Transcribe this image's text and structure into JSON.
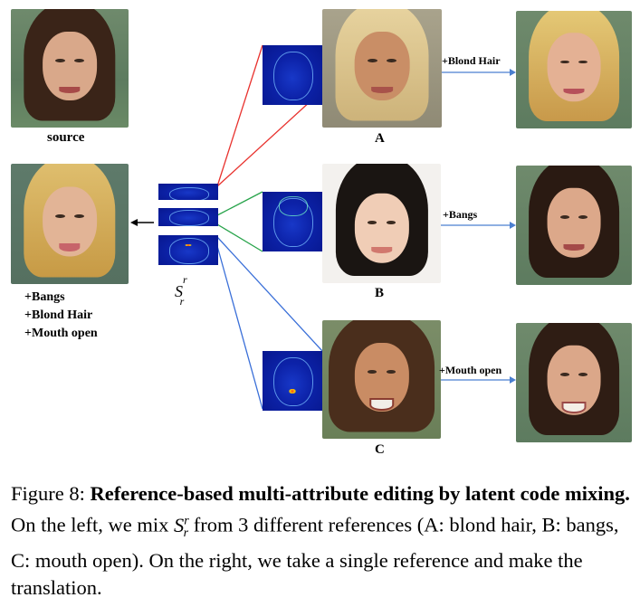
{
  "figure": {
    "labels": {
      "source": "source",
      "ref_a": "A",
      "ref_b": "B",
      "ref_c": "C",
      "sr_main": "S",
      "sr_sup": "r",
      "sr_sub": "r"
    },
    "arrows": {
      "blond_hair": "+Blond Hair",
      "bangs": "+Bangs",
      "mouth_open": "+Mouth open"
    },
    "combined_edits": [
      "+Bangs",
      "+Blond Hair",
      "+Mouth open"
    ],
    "colors": {
      "line_red": "#e8322e",
      "line_green": "#27a34a",
      "line_blue": "#3a6fd8",
      "arrow_blue": "#4a7fd0",
      "map_blue": "#0c22a8"
    }
  },
  "caption": {
    "prefix": "Figure 8: ",
    "bold": "Reference-based multi-attribute editing by latent code mixing.",
    "text_1": " On the left, we mix ",
    "sr": "S",
    "sr_sup": "r",
    "sr_sub": "r",
    "text_2": " from 3 different references (A: blond hair, B: bangs, C: mouth open). On the right, we take a single reference and make the translation."
  }
}
